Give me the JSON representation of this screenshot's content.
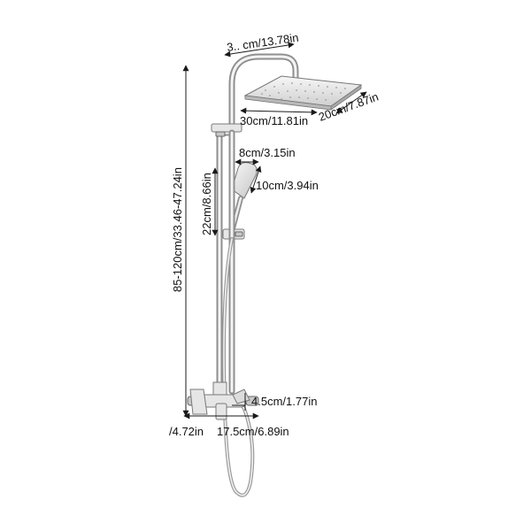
{
  "dimensions": {
    "arm_length": "3.. cm/13.78in",
    "rain_head_width": "30cm/11.81in",
    "rain_head_depth": "20cm/7.87in",
    "hand_shower_width": "8cm/3.15in",
    "hand_shower_length": "10cm/3.94in",
    "slide_range": "22cm/8.66in",
    "total_height": "85-120cm/33.46-47.24in",
    "outlet_spacing": "4.5cm/1.77in",
    "mixer_width_partial": "/4.72in",
    "mixer_center": "17.5cm/6.89in"
  }
}
